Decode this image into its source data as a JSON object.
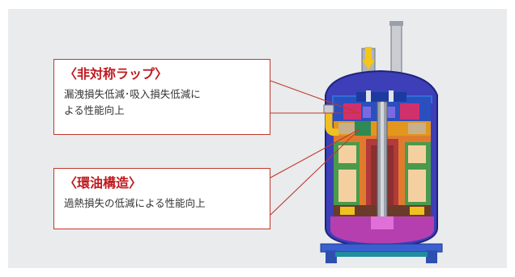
{
  "callouts": [
    {
      "title": "〈非対称ラップ〉",
      "description_lines": [
        "漏洩損失低減･吸入損失低減に",
        "よる性能向上"
      ]
    },
    {
      "title": "〈環油構造〉",
      "description_lines": [
        "過熱損失の低減による性能向上"
      ]
    }
  ],
  "colors": {
    "background_panel": "#e9ebed",
    "callout_border": "#c0392b",
    "callout_title": "#c0191f",
    "leader_line": "#c0392b",
    "arrow_yellow": "#f5c518"
  },
  "icons": [
    "compressor-cutaway",
    "flow-arrow-yellow"
  ]
}
